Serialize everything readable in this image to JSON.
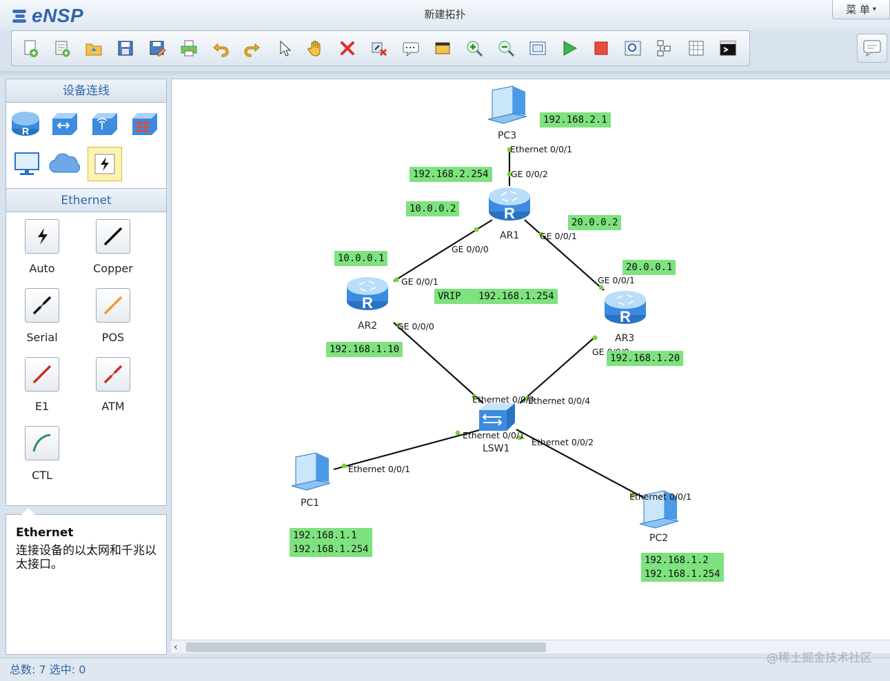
{
  "app": {
    "logo_text": "eNSP",
    "window_title": "新建拓扑",
    "menu_label": "菜 单",
    "menu_caret": "▾"
  },
  "toolbar": [
    {
      "name": "new-topology-icon"
    },
    {
      "name": "new-lab-icon"
    },
    {
      "name": "open-icon"
    },
    {
      "name": "save-icon"
    },
    {
      "name": "save-as-icon"
    },
    {
      "name": "print-icon"
    },
    {
      "name": "undo-icon"
    },
    {
      "name": "redo-icon"
    },
    {
      "name": "select-pointer-icon"
    },
    {
      "name": "pan-hand-icon"
    },
    {
      "name": "delete-icon"
    },
    {
      "name": "delete-link-icon"
    },
    {
      "name": "add-text-icon"
    },
    {
      "name": "palette-icon"
    },
    {
      "name": "zoom-in-icon"
    },
    {
      "name": "zoom-out-icon"
    },
    {
      "name": "fit-view-icon"
    },
    {
      "name": "start-device-icon"
    },
    {
      "name": "stop-device-icon"
    },
    {
      "name": "capture-icon"
    },
    {
      "name": "topology-icon"
    },
    {
      "name": "grid-icon"
    },
    {
      "name": "console-icon"
    }
  ],
  "left_panel": {
    "devices_title": "设备连线",
    "connections_title": "Ethernet",
    "connections": [
      {
        "label": "Auto"
      },
      {
        "label": "Copper"
      },
      {
        "label": "Serial"
      },
      {
        "label": "POS"
      },
      {
        "label": "E1"
      },
      {
        "label": "ATM"
      },
      {
        "label": "CTL"
      }
    ],
    "description_title": "Ethernet",
    "description_text": "连接设备的以太网和千兆以太接口。"
  },
  "topology": {
    "nodes": {
      "PC3": "PC3",
      "AR1": "AR1",
      "AR2": "AR2",
      "AR3": "AR3",
      "LSW1": "LSW1",
      "PC1": "PC1",
      "PC2": "PC2"
    },
    "ports": {
      "pc3_eth": "Ethernet 0/0/1",
      "ar1_ge002": "GE 0/0/2",
      "ar1_ge000": "GE 0/0/0",
      "ar1_ge001": "GE 0/0/1",
      "ar2_ge001": "GE 0/0/1",
      "ar2_ge000": "GE 0/0/0",
      "ar3_ge001": "GE 0/0/1",
      "ar3_ge000": "GE 0/0/0",
      "lsw_eth003": "Ethernet 0/0/3",
      "lsw_eth004": "Ethernet 0/0/4",
      "lsw_eth001": "Ethernet 0/0/1",
      "lsw_eth002": "Ethernet 0/0/2",
      "pc1_eth": "Ethernet 0/0/1",
      "pc2_eth": "Ethernet 0/0/1"
    },
    "ip_labels": {
      "pc3_ip": "192.168.2.1",
      "ar1_lan": "192.168.2.254",
      "ar1_to_ar2": "10.0.0.2",
      "ar1_to_ar3": "20.0.0.2",
      "ar2_to_ar1": "10.0.0.1",
      "ar3_to_ar1": "20.0.0.1",
      "vrip": "VRIP   192.168.1.254",
      "ar2_lan": "192.168.1.10",
      "ar3_lan": "192.168.1.20",
      "pc1_config": "192.168.1.1\n192.168.1.254",
      "pc2_config": "192.168.1.2\n192.168.1.254"
    }
  },
  "status": {
    "text": "总数: 7  选中: 0"
  },
  "watermark": "@稀土掘金技术社区",
  "colors": {
    "ip_box": "#7ee27e",
    "port_dot": "#7dd23c",
    "accent": "#3567a6"
  }
}
